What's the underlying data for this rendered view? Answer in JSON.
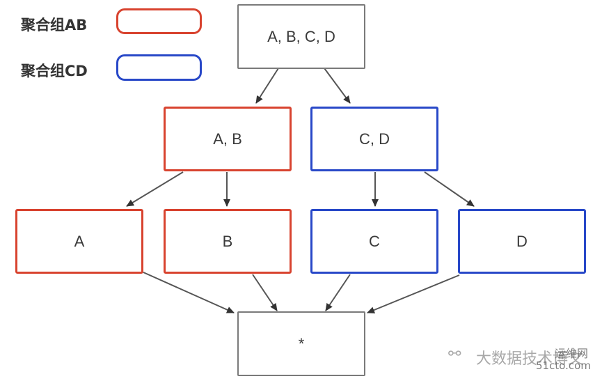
{
  "legend": [
    {
      "label": "聚合组AB",
      "color": "#d8432f"
    },
    {
      "label": "聚合组CD",
      "color": "#2848c8"
    }
  ],
  "nodes": {
    "root": "A, B, C, D",
    "ab": "A, B",
    "cd": "C, D",
    "a": "A",
    "b": "B",
    "c": "C",
    "d": "D",
    "all": "*"
  },
  "watermark": {
    "text1": "大数据技术博文",
    "text2": "运维网",
    "text3": "51cto.com"
  },
  "colors": {
    "group_ab": "#d8432f",
    "group_cd": "#2848c8",
    "neutral": "#7a7a7a"
  }
}
